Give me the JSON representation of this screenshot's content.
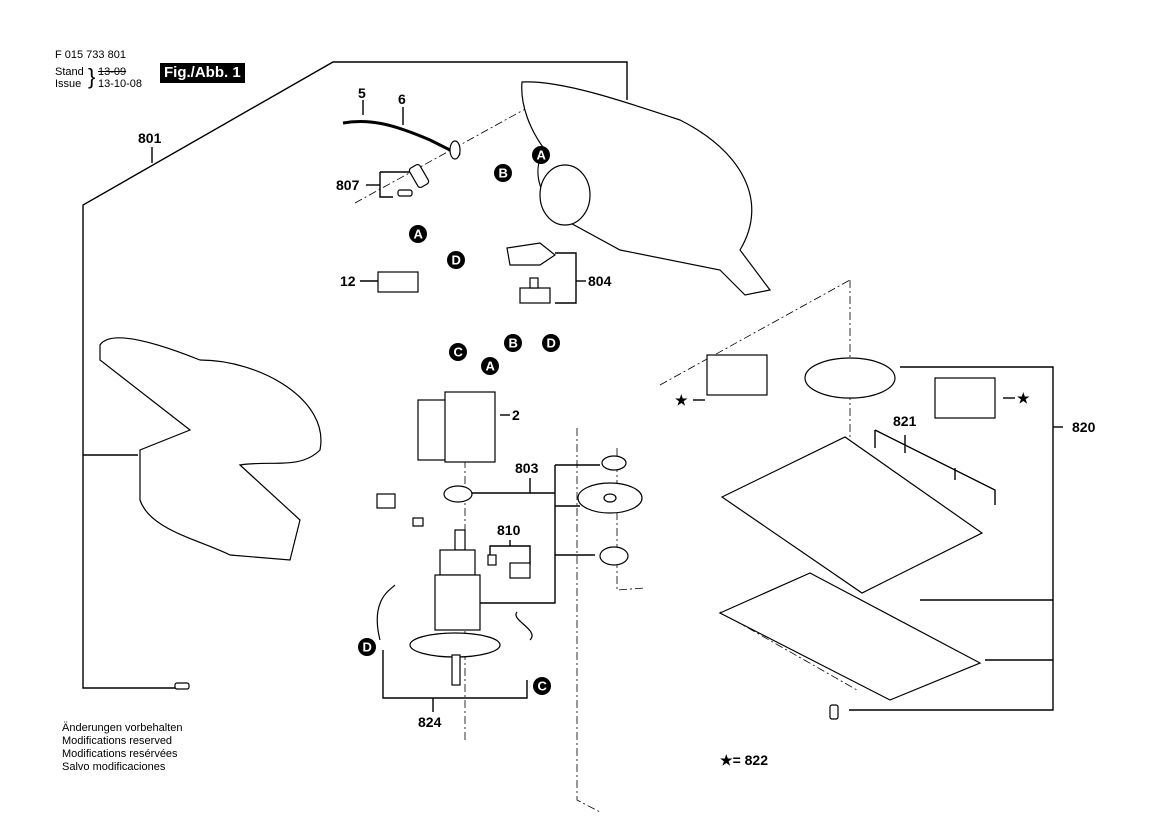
{
  "header": {
    "part_number": "F 015 733 801",
    "stand_label": "Stand",
    "issue_label": "Issue",
    "stand_value": "13-09",
    "issue_value": "13-10-08",
    "figure_label": "Fig./Abb. 1"
  },
  "footer_notes": [
    "Änderungen vorbehalten",
    "Modifications reserved",
    "Modifications resérvées",
    "Salvo modificaciones"
  ],
  "legend": {
    "star_symbol": "★",
    "text": "= 822"
  },
  "callouts": {
    "c801": "801",
    "c5": "5",
    "c6": "6",
    "c807": "807",
    "c12": "12",
    "c804": "804",
    "c2": "2",
    "c803": "803",
    "c810": "810",
    "c824": "824",
    "c821": "821",
    "c820": "820",
    "star_left": "★",
    "star_right": "★"
  },
  "connectors": {
    "A1": "A",
    "B1": "B",
    "A2": "A",
    "D1": "D",
    "B2": "B",
    "D2": "D",
    "C1": "C",
    "A3": "A",
    "D3": "D",
    "C2": "C"
  }
}
